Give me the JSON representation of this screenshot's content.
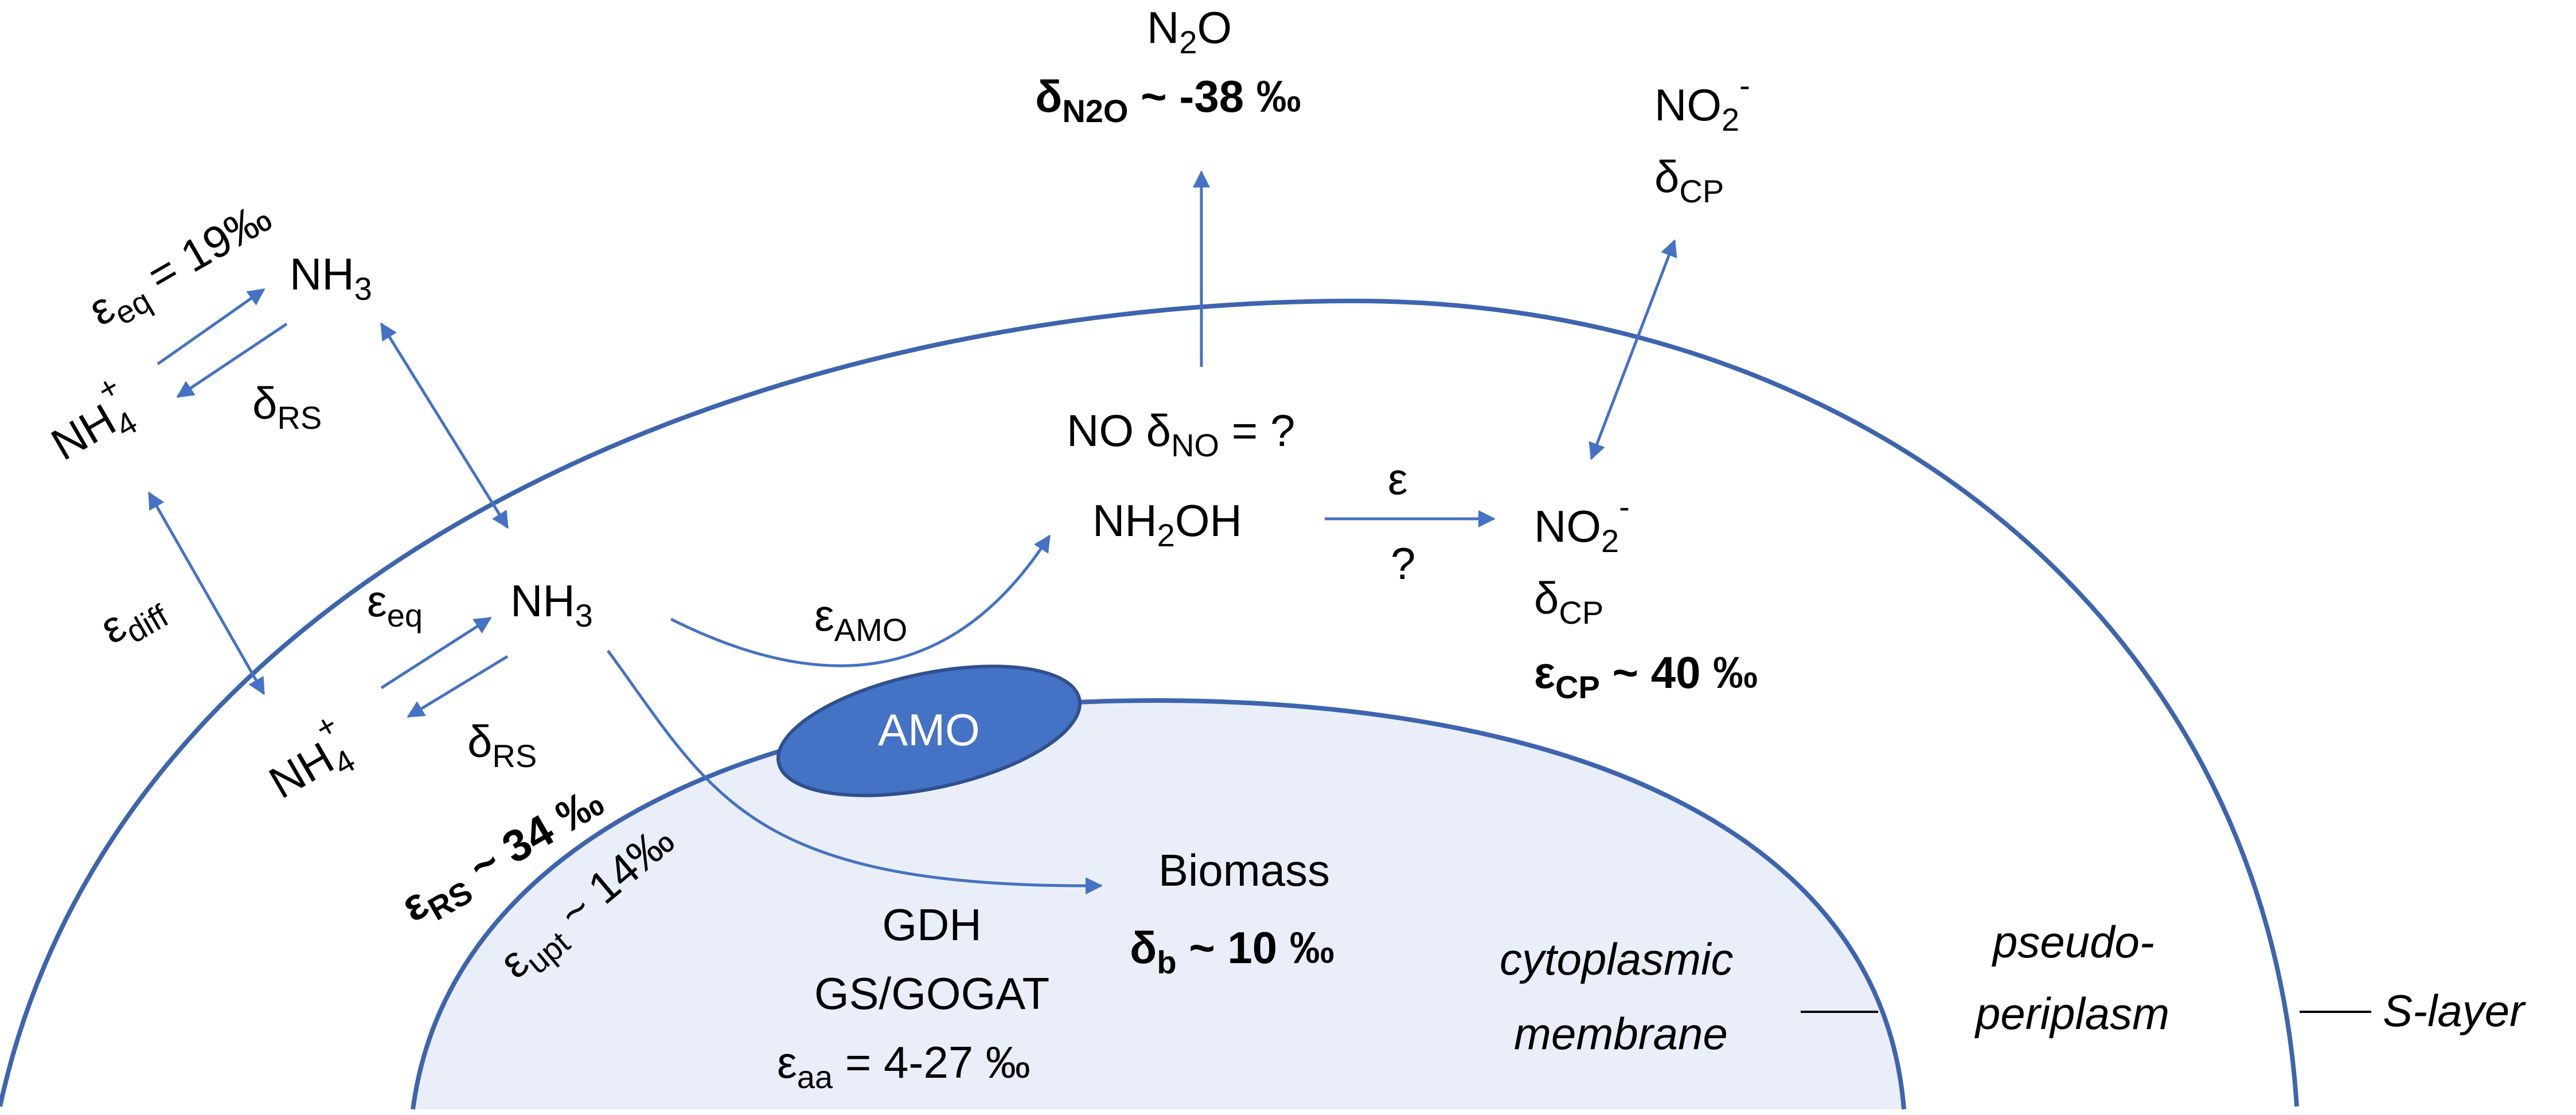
{
  "colors": {
    "line": "#3d64ae",
    "arrow": "#4472c4",
    "cell_fill": "#e9eef8",
    "enzyme_fill": "#4472c4",
    "enzyme_stroke": "#2f4f8f"
  },
  "outside": {
    "eq_symbol": "ε",
    "eq_sub": "eq",
    "eq_value": " = 19‰",
    "nh3_main": "NH",
    "nh3_sub": "3",
    "nh4_main": "NH",
    "nh4_sub": "4",
    "nh4_sup": "+",
    "rs_symbol": "δ",
    "rs_sub": "RS"
  },
  "diffusion": {
    "symbol": "ε",
    "sub": "diff"
  },
  "periplasm": {
    "eq_symbol": "ε",
    "eq_sub": "eq",
    "nh3_main": "NH",
    "nh3_sub": "3",
    "nh4_main": "NH",
    "nh4_sub": "4",
    "nh4_sup": "+",
    "rs_symbol": "δ",
    "rs_sub": "RS",
    "eps_rs_symbol": "ε",
    "eps_rs_sub": "RS",
    "eps_rs_value": " ~ 34 ‰",
    "upt_symbol": "ε",
    "upt_sub": "upt",
    "upt_value": " ~ 14‰"
  },
  "amo": {
    "label": "AMO",
    "eps_symbol": "ε",
    "eps_sub": "AMO"
  },
  "n2o": {
    "n2o_a": "N",
    "n2o_sub": "2",
    "n2o_b": "O",
    "delta_symbol": "δ",
    "delta_sub": "N2O",
    "delta_value": " ~ -38 ‰"
  },
  "no": {
    "prefix": "NO ",
    "delta_symbol": "δ",
    "delta_sub": "NO",
    "delta_value": " = ?"
  },
  "nh2oh": {
    "a": "NH",
    "sub": "2",
    "b": "OH",
    "eps": "ε",
    "question": "?"
  },
  "no2_inner": {
    "main": "NO",
    "sub": "2",
    "sup": "-",
    "delta_symbol": "δ",
    "delta_sub": "CP",
    "eps_symbol": "ε",
    "eps_sub": "CP",
    "eps_value": " ~ 40 ‰"
  },
  "no2_outer": {
    "main": "NO",
    "sub": "2",
    "sup": "-",
    "delta_symbol": "δ",
    "delta_sub": "CP"
  },
  "biomass": {
    "label": "Biomass",
    "delta_symbol": "δ",
    "delta_sub": "b",
    "delta_value": " ~ 10 ‰",
    "gdh": "GDH",
    "gs": "GS/GOGAT",
    "aa_symbol": "ε",
    "aa_sub": "aa",
    "aa_value": " = 4-27 ‰"
  },
  "labels": {
    "cytoplasmic": "cytoplasmic",
    "membrane": "membrane",
    "pseudo": "pseudo-",
    "periplasm": "periplasm",
    "slayer": "S-layer"
  }
}
